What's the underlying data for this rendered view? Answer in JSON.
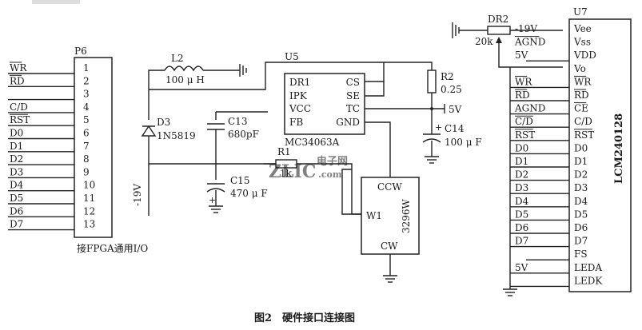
{
  "p6": {
    "ref": "P6",
    "pin_numbers": [
      "1",
      "2",
      "3",
      "4",
      "5",
      "6",
      "7",
      "8",
      "9",
      "10",
      "11",
      "12",
      "13"
    ],
    "signals": [
      "WR",
      "RD",
      "",
      "C/D",
      "RST",
      "D0",
      "D1",
      "D2",
      "D3",
      "D4",
      "D5",
      "D6",
      "D7"
    ],
    "overbar": [
      true,
      true,
      false,
      false,
      true,
      false,
      false,
      false,
      false,
      false,
      false,
      false,
      false
    ],
    "caption": "接FPGA通用I/O"
  },
  "power": {
    "l2_ref": "L2",
    "l2_value": "100 μ H",
    "d3_ref": "D3",
    "d3_value": "1N5819",
    "c13_ref": "C13",
    "c13_value": "680pF",
    "c15_ref": "C15",
    "c15_value": "470 μ F",
    "r1_ref": "R1",
    "r1_value": "1k",
    "r2_ref": "R2",
    "r2_value": "0.25",
    "c14_ref": "C14",
    "c14_value": "100 μ F",
    "rail_5v": "5V",
    "rail_neg19": "-19V"
  },
  "u5": {
    "ref": "U5",
    "part": "MC34063A",
    "left_pins": [
      "DR1",
      "IPK",
      "VCC",
      "FB"
    ],
    "right_pins": [
      "CS",
      "SE",
      "TC",
      "GND"
    ]
  },
  "w1": {
    "pins": [
      "CCW",
      "W1",
      "CW"
    ],
    "part": "3296W"
  },
  "u7": {
    "ref": "U7",
    "part": "LCM240128",
    "pins": [
      "Vee",
      "Vss",
      "VDD",
      "Vo",
      "WR",
      "RD",
      "CE",
      "C/D",
      "RST",
      "D0",
      "D1",
      "D2",
      "D3",
      "D4",
      "D5",
      "D6",
      "D7",
      "FS",
      "LEDA",
      "LEDK"
    ],
    "pin_overbar": [
      false,
      false,
      false,
      false,
      true,
      true,
      true,
      false,
      true,
      false,
      false,
      false,
      false,
      false,
      false,
      false,
      false,
      false,
      false,
      false
    ],
    "nets": [
      "-19V",
      "AGND",
      "5V",
      "",
      "WR",
      "RD",
      "AGND",
      "C/D",
      "RST",
      "D0",
      "D1",
      "D2",
      "D3",
      "D4",
      "D5",
      "D6",
      "D7",
      "",
      "5V",
      ""
    ],
    "net_overbar": [
      false,
      true,
      false,
      false,
      true,
      true,
      false,
      true,
      true,
      false,
      false,
      false,
      false,
      false,
      false,
      false,
      false,
      false,
      false,
      false
    ],
    "dr2_ref": "DR2",
    "dr2_value": "20k"
  },
  "caption": "图2　硬件接口连接图",
  "watermark": {
    "logo": "ZLIC",
    "cn": "电子网",
    "url": ".com"
  }
}
